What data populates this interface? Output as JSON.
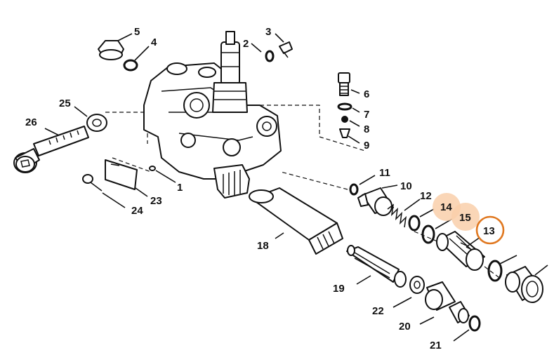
{
  "callouts": [
    {
      "id": "c1",
      "label": "1"
    },
    {
      "id": "c2",
      "label": "2"
    },
    {
      "id": "c3",
      "label": "3"
    },
    {
      "id": "c4",
      "label": "4"
    },
    {
      "id": "c5",
      "label": "5"
    },
    {
      "id": "c6",
      "label": "6"
    },
    {
      "id": "c7",
      "label": "7"
    },
    {
      "id": "c8",
      "label": "8"
    },
    {
      "id": "c9",
      "label": "9"
    },
    {
      "id": "c10",
      "label": "10"
    },
    {
      "id": "c11",
      "label": "11"
    },
    {
      "id": "c12",
      "label": "12"
    },
    {
      "id": "c13",
      "label": "13"
    },
    {
      "id": "c14",
      "label": "14"
    },
    {
      "id": "c15",
      "label": "15"
    },
    {
      "id": "c18",
      "label": "18"
    },
    {
      "id": "c19",
      "label": "19"
    },
    {
      "id": "c20",
      "label": "20"
    },
    {
      "id": "c21",
      "label": "21"
    },
    {
      "id": "c22",
      "label": "22"
    },
    {
      "id": "c23",
      "label": "23"
    },
    {
      "id": "c24",
      "label": "24"
    },
    {
      "id": "c25",
      "label": "25"
    },
    {
      "id": "c26",
      "label": "26"
    }
  ],
  "highlight": {
    "selected": "13",
    "related": [
      "14",
      "15"
    ],
    "accent_color": "#e07820",
    "related_color": "#f9cfaa"
  }
}
